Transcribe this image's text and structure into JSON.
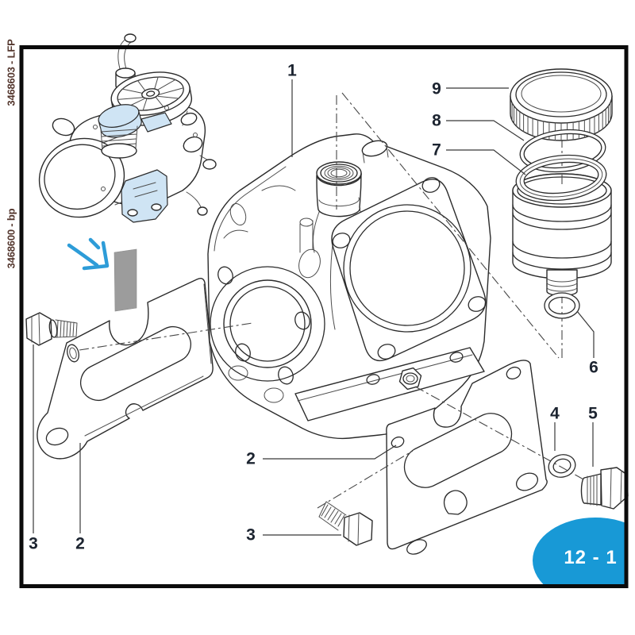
{
  "sidebar": {
    "code_top": "3468603 - LFP",
    "code_bottom": "3468600 - bp"
  },
  "badge": {
    "label": "12 - 1"
  },
  "callouts": {
    "n1": "1",
    "n2": "2",
    "n3": "3",
    "n4": "4",
    "n5": "5",
    "n6": "6",
    "n7": "7",
    "n8": "8",
    "n9": "9"
  },
  "colors": {
    "badge": "#1899d6",
    "arrow": "#2d9cd8",
    "highlight": "#cfe4f4",
    "shim": "#9c9c9c",
    "line": "#2b2b2b",
    "label": "#1c2430",
    "sidebar": "#54372e"
  }
}
